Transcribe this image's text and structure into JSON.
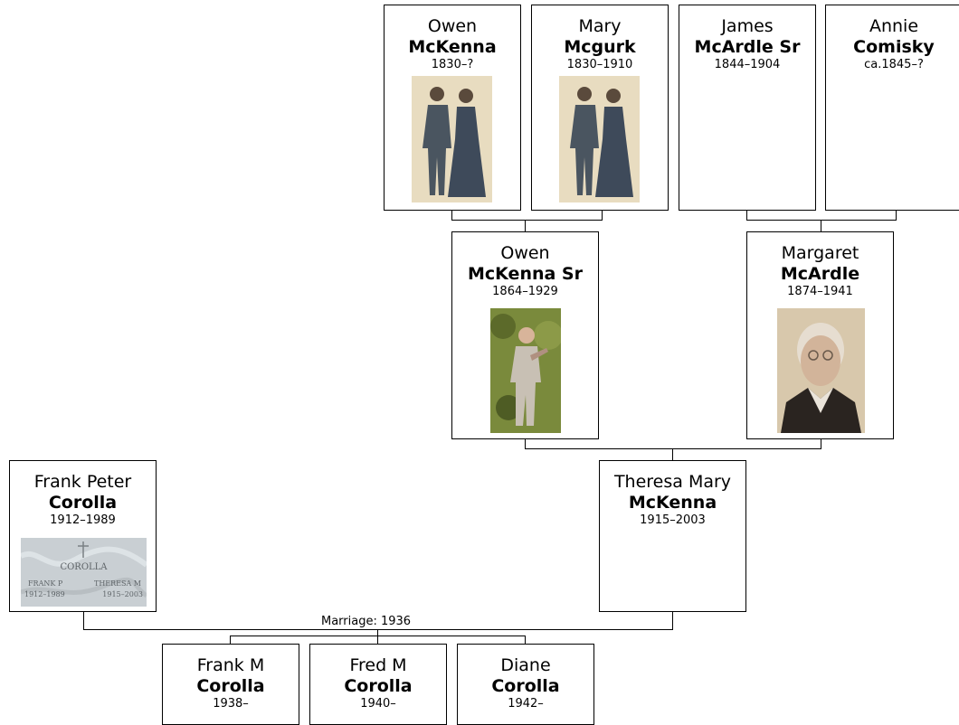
{
  "persons": {
    "owen_mckenna": {
      "given": "Owen",
      "surname": "McKenna",
      "dates": "1830–?"
    },
    "mary_mcgurk": {
      "given": "Mary",
      "surname": "Mcgurk",
      "dates": "1830–1910"
    },
    "james_mcardle": {
      "given": "James",
      "surname": "McArdle Sr",
      "dates": "1844–1904"
    },
    "annie_comisky": {
      "given": "Annie",
      "surname": "Comisky",
      "dates": "ca.1845–?"
    },
    "owen_mckenna_sr": {
      "given": "Owen",
      "surname": "McKenna Sr",
      "dates": "1864–1929"
    },
    "margaret_mcardle": {
      "given": "Margaret",
      "surname": "McArdle",
      "dates": "1874–1941"
    },
    "frank_peter_corolla": {
      "given": "Frank Peter",
      "surname": "Corolla",
      "dates": "1912–1989"
    },
    "theresa_mary_mckenna": {
      "given": "Theresa Mary",
      "surname": "McKenna",
      "dates": "1915–2003"
    },
    "frank_m_corolla": {
      "given": "Frank M",
      "surname": "Corolla",
      "dates": "1938–"
    },
    "fred_m_corolla": {
      "given": "Fred M",
      "surname": "Corolla",
      "dates": "1940–"
    },
    "diane_corolla": {
      "given": "Diane",
      "surname": "Corolla",
      "dates": "1942–"
    }
  },
  "marriage_label": "Marriage: 1936",
  "headstone": {
    "surname": "COROLLA",
    "left_name": "FRANK P",
    "left_dates": "1912–1989",
    "right_name": "THERESA M",
    "right_dates": "1915–2003"
  },
  "colors": {
    "border": "#000000",
    "sepia": "#e8dcc0",
    "headstone": "#c9cfd3"
  }
}
